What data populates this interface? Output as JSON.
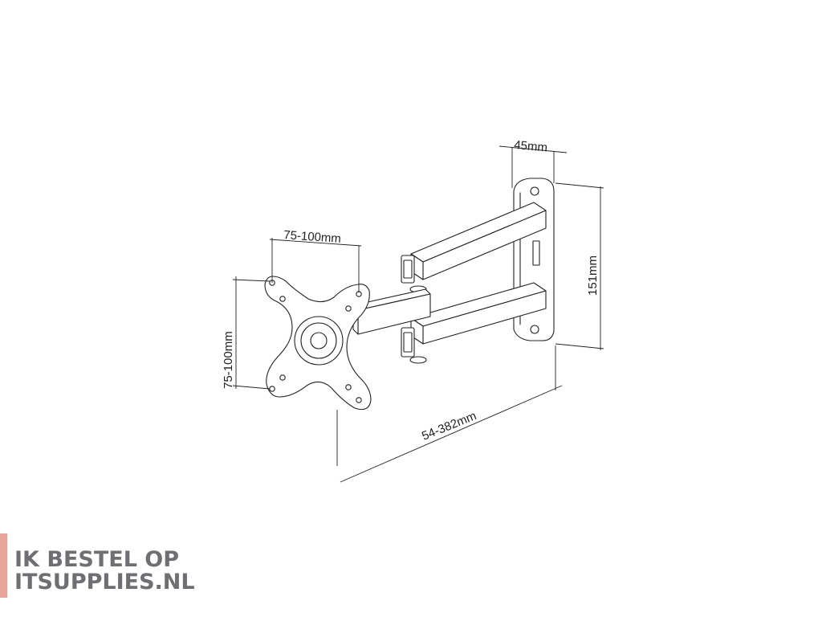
{
  "diagram": {
    "dimensions": {
      "width_top": "45mm",
      "height_right": "151mm",
      "vesa_horizontal": "75-100mm",
      "vesa_vertical": "75-100mm",
      "extension": "54-382mm"
    }
  },
  "branding": {
    "line1": "IK BESTEL OP",
    "line2": "ITSUPPLIES.NL",
    "accent_color": "#e8a59a",
    "text_color": "#6e6e73"
  },
  "colors": {
    "line": "#222222",
    "background": "#ffffff"
  }
}
